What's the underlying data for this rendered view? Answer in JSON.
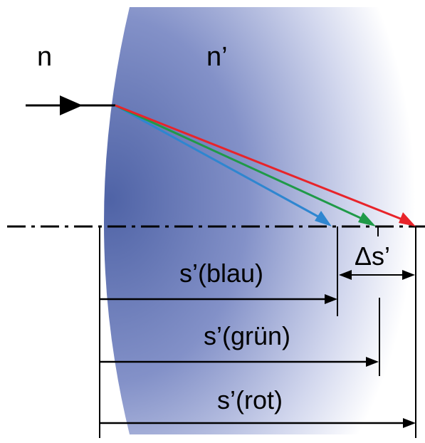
{
  "labels": {
    "medium_before": "n",
    "medium_after": "n’",
    "delta_s": "Δs’",
    "s_blue": "s’(blau)",
    "s_green": "s’(grün)",
    "s_red": "s’(rot)"
  },
  "colors": {
    "lens_dark": "#5a6fb0",
    "lens_light": "#ffffff",
    "ray_red": "#e8242a",
    "ray_green": "#1f9a48",
    "ray_blue": "#2e86d0",
    "line": "#000000"
  }
}
